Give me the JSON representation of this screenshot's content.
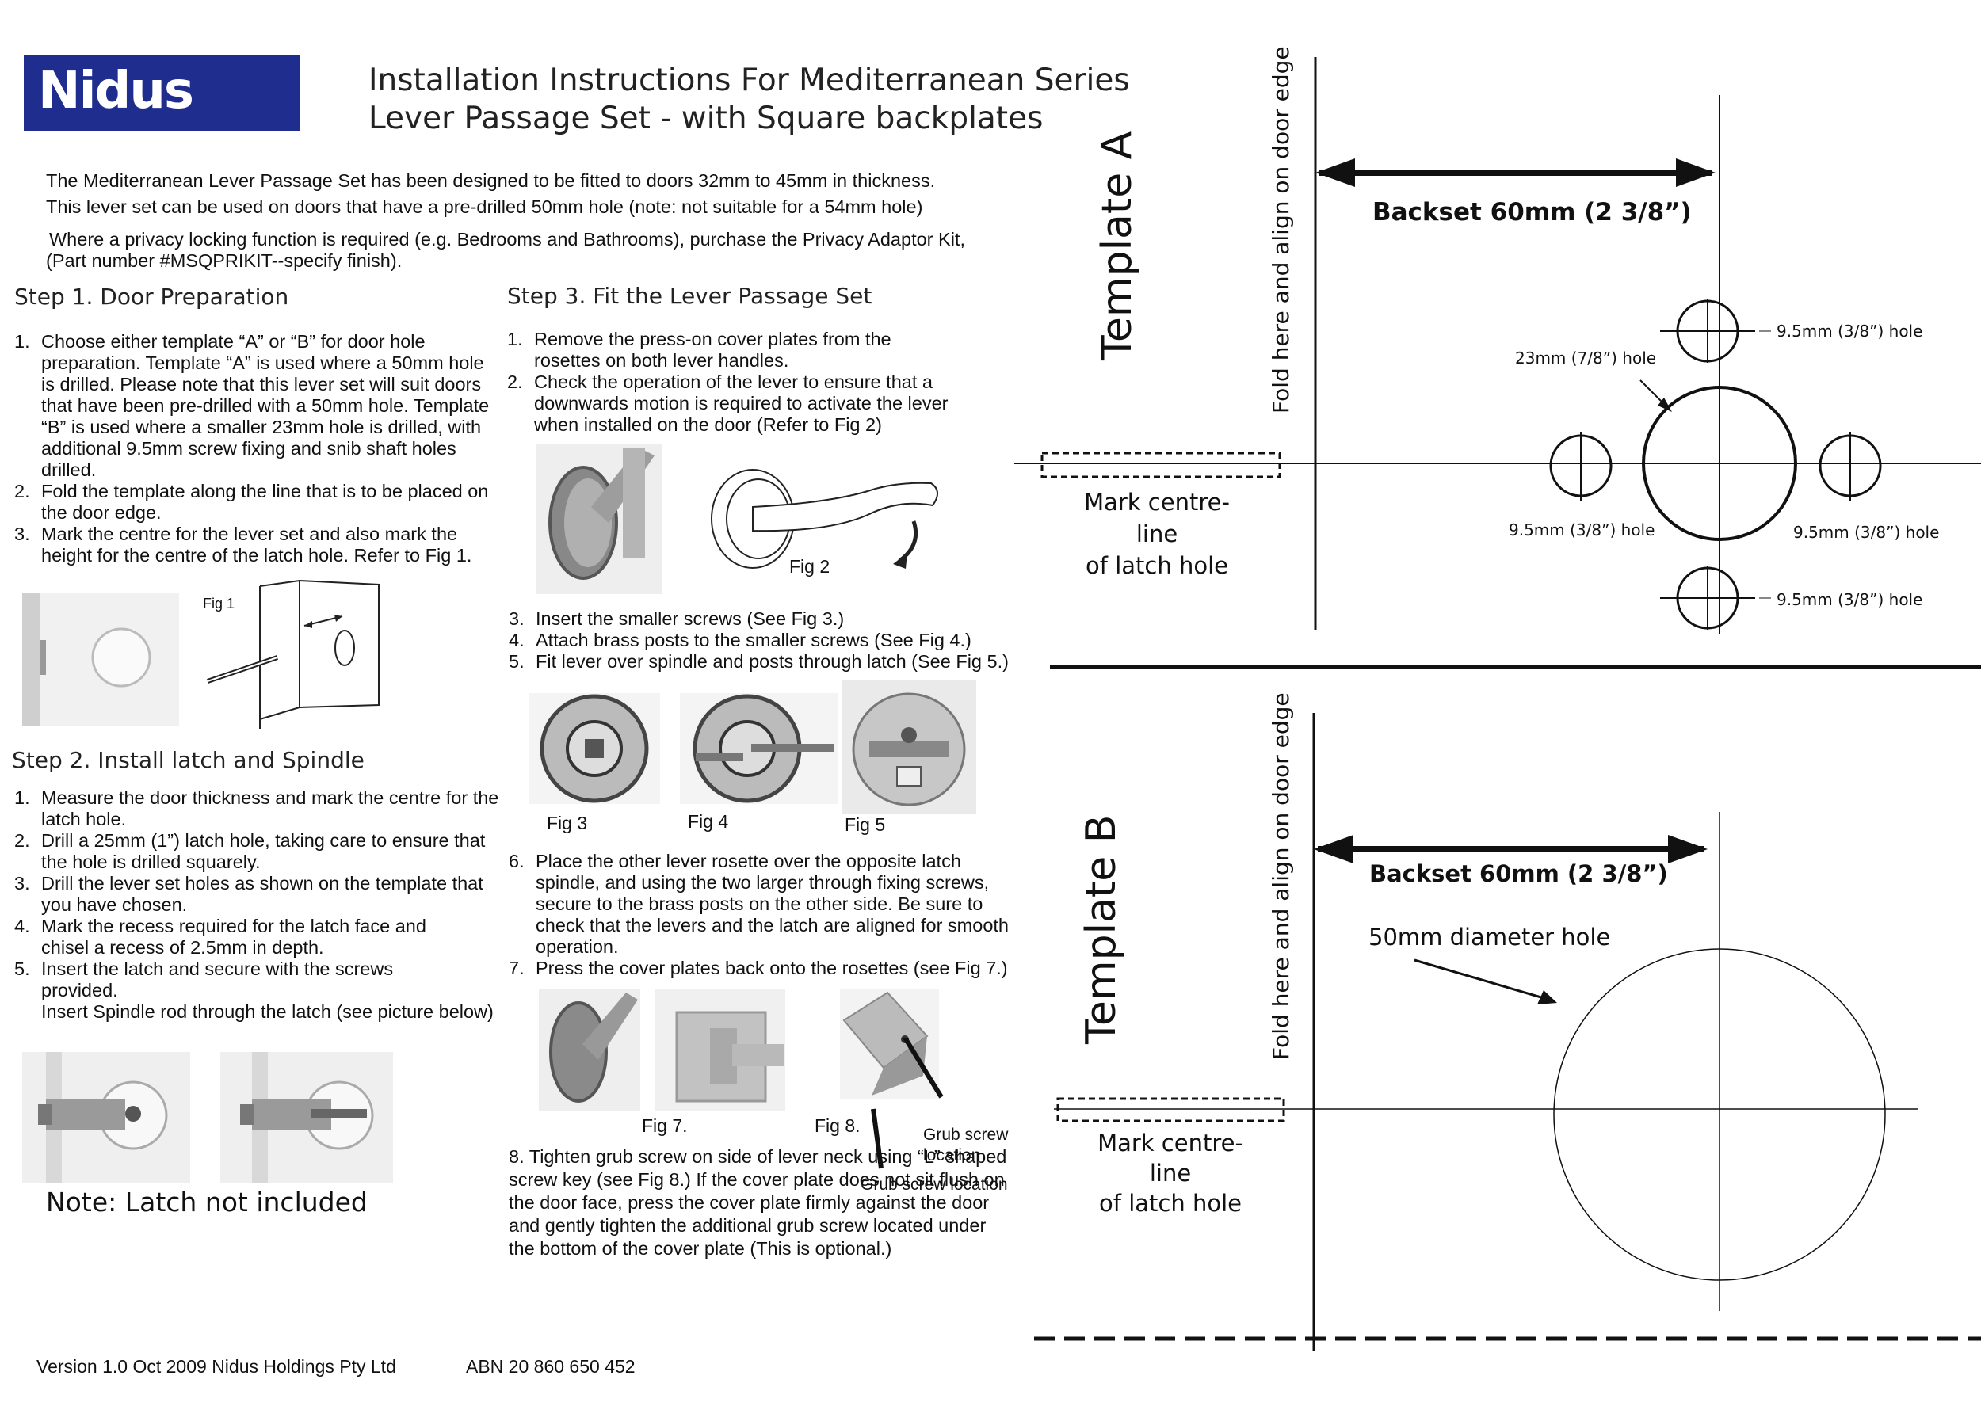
{
  "header": {
    "logo_text": "Nidus",
    "title_line1": "Installation Instructions For Mediterranean Series",
    "title_line2": "Lever Passage Set - with Square backplates"
  },
  "intro": {
    "line1": "The Mediterranean Lever Passage Set has been designed to be fitted to doors 32mm to 45mm in thickness.",
    "line2": "This lever set can be used on doors that have a pre-drilled 50mm hole (note: not suitable for a 54mm hole)",
    "line3": "Where a privacy locking function is required (e.g. Bedrooms and Bathrooms), purchase the Privacy Adaptor Kit,",
    "line4": "(Part number #MSQPRIKIT--specify finish)."
  },
  "step1": {
    "heading": "Step 1. Door Preparation",
    "items": [
      {
        "num": "1.",
        "text": "Choose either template “A” or “B” for door hole preparation. Template “A” is used where a 50mm hole is drilled. Please note that this lever set will suit doors that have been pre-drilled with a 50mm hole. Template “B” is used where a smaller 23mm hole is drilled, with additional 9.5mm screw fixing and snib shaft holes drilled."
      },
      {
        "num": "2.",
        "text": "Fold the template along the line that is to be placed on the door edge."
      },
      {
        "num": "3.",
        "text": "Mark the centre for the lever set and also mark the height for the centre of the latch hole. Refer to Fig 1."
      }
    ],
    "fig1_label": "Fig 1"
  },
  "step2": {
    "heading": "Step 2. Install latch and Spindle",
    "items": [
      {
        "num": "1.",
        "text": "Measure the door thickness and mark the centre for the latch hole."
      },
      {
        "num": "2.",
        "text": "Drill a 25mm (1”) latch hole, taking care to ensure that the hole is drilled squarely."
      },
      {
        "num": "3.",
        "text": "Drill the lever set holes as shown on the template that you have chosen."
      },
      {
        "num": "4.",
        "text": "Mark the recess required for the latch face and chisel a recess of 2.5mm in depth."
      },
      {
        "num": "5.",
        "text": "Insert the latch and secure with the screws provided."
      }
    ],
    "spindle_note": "Insert Spindle rod through the latch  (see picture below)",
    "latch_note": "Note: Latch not included"
  },
  "step3": {
    "heading": "Step 3. Fit the Lever Passage Set",
    "items_a": [
      {
        "num": "1.",
        "text": "Remove the press-on cover plates from the rosettes on both lever handles."
      },
      {
        "num": "2.",
        "text": "Check the operation of the lever to ensure that a downwards motion is required to activate the lever when installed on the door (Refer to Fig 2)"
      }
    ],
    "fig2_label": "Fig 2",
    "items_b": [
      {
        "num": "3.",
        "text": "Insert the smaller screws (See Fig 3.)"
      },
      {
        "num": "4.",
        "text": "Attach brass posts to the smaller screws (See Fig 4.)"
      },
      {
        "num": "5.",
        "text": "Fit lever over spindle and posts through latch (See Fig 5.)"
      }
    ],
    "fig3_label": "Fig 3",
    "fig4_label": "Fig 4",
    "fig5_label": "Fig 5",
    "items_c": [
      {
        "num": "6.",
        "text": "Place the other lever rosette over the opposite latch spindle, and using the two larger through fixing screws, secure to the brass posts on the other side. Be sure to check that the levers and the latch are aligned for smooth operation."
      },
      {
        "num": "7.",
        "text": "Press the cover plates back onto the rosettes (see Fig 7.)"
      }
    ],
    "fig7_label": "Fig 7.",
    "fig8_label": "Fig 8.",
    "grub_label_1": "Grub screw location",
    "grub_label_2": "Grub screw location",
    "item8": {
      "num": "8.",
      "text": "Tighten grub screw on side of lever neck using “L” shaped screw key (see Fig 8.) If the cover plate does not sit flush on the door face, press the cover plate firmly against the door and gently tighten the additional grub screw located under the bottom of the cover plate (This is optional.)"
    }
  },
  "template_a": {
    "title": "Template A",
    "fold_text": "Fold here and align on door edge",
    "backset": "Backset 60mm (2 3/8”)",
    "latch_mark_1": "Mark centre-line",
    "latch_mark_2": "of latch hole",
    "hole_top": "9.5mm (3/8”) hole",
    "hole_center": "23mm (7/8”) hole",
    "hole_left": "9.5mm (3/8”) hole",
    "hole_right": "9.5mm (3/8”) hole",
    "hole_bottom": "9.5mm (3/8”) hole"
  },
  "template_b": {
    "title": "Template B",
    "fold_text": "Fold here and align on door edge",
    "backset": "Backset 60mm (2 3/8”)",
    "hole_label": "50mm diameter hole",
    "latch_mark_1": "Mark centre-line",
    "latch_mark_2": "of latch hole"
  },
  "footer": {
    "version": "Version 1.0 Oct 2009 Nidus Holdings Pty Ltd",
    "abn": "ABN 20 860 650 452"
  }
}
